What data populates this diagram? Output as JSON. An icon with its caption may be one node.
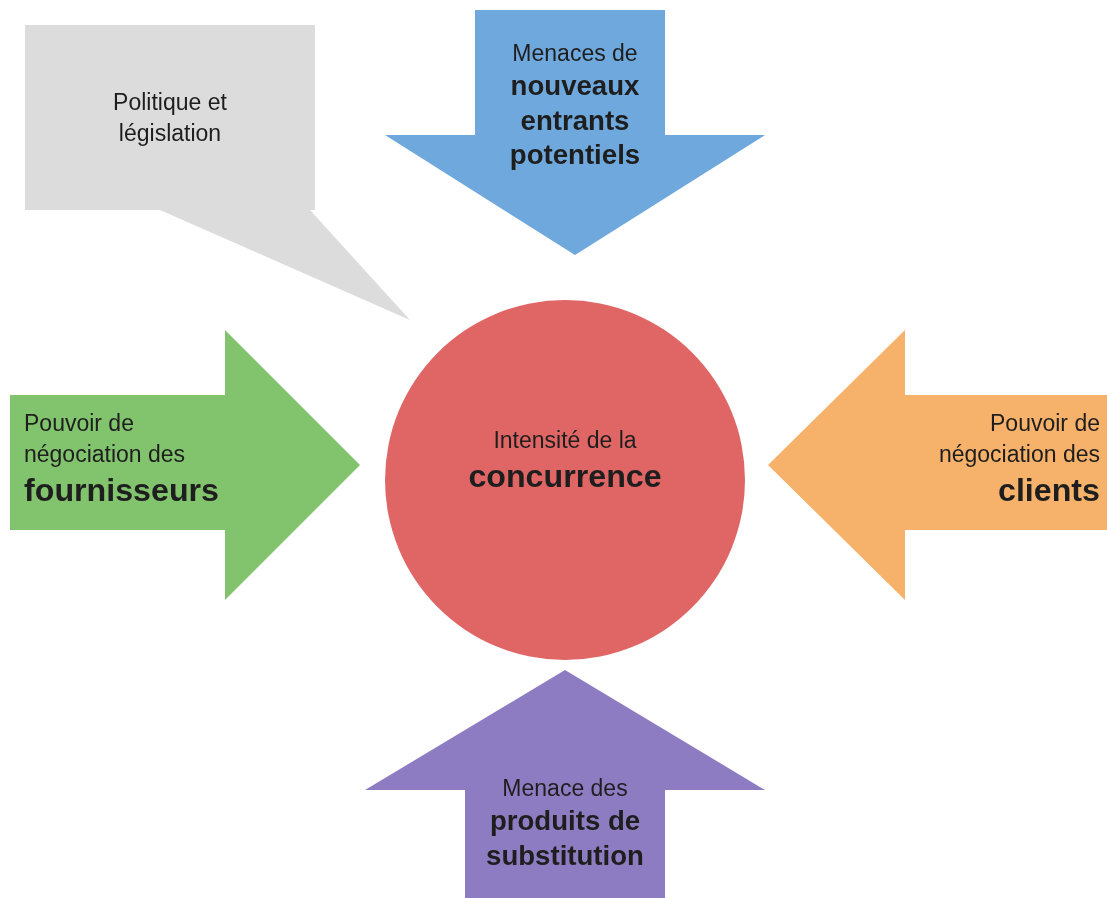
{
  "diagram": {
    "nodes": [
      {
        "text": [
          "Politique et législation"
        ]
      },
      {
        "text": [
          "Menaces de **nouveaux entrants potentiels**"
        ]
      },
      {
        "text": [
          "Pouvoir de négociation des **fournisseurs**"
        ]
      },
      {
        "text": [
          "Intensité de la **concurrence**"
        ]
      },
      {
        "text": [
          "Pouvoir de négociation des **clients**"
        ]
      },
      {
        "text": [
          "Menace des **produits de substitution**"
        ]
      }
    ]
  }
}
